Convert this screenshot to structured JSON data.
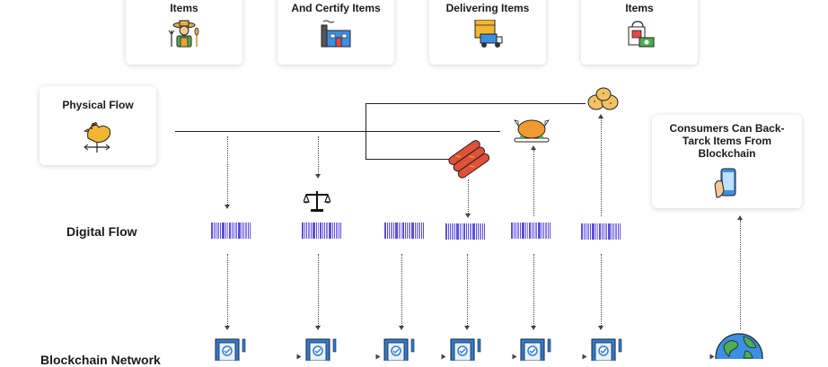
{
  "top_cards": [
    {
      "label": "Items",
      "icon": "farmer-icon"
    },
    {
      "label": "And Certify Items",
      "icon": "factory-icon"
    },
    {
      "label": "Delivering Items",
      "icon": "delivery-truck-icon"
    },
    {
      "label": "Items",
      "icon": "shopping-bag-icon"
    }
  ],
  "physical_flow": {
    "label": "Physical Flow",
    "icon": "rooster-weathervane-icon"
  },
  "consumers": {
    "label": "Consumers Can Back-\nTarck Items From\nBlockchain",
    "icon": "phone-in-hand-icon"
  },
  "rows": {
    "digital_flow": "Digital Flow",
    "blockchain_network": "Blockchain Network"
  },
  "products": [
    "sausages-icon",
    "roast-chicken-icon",
    "nuggets-icon"
  ],
  "certify_icon": "balance-scale-icon",
  "block_icon": "certificate-document-icon",
  "globe_icon": "globe-icon",
  "colors": {
    "barcode": "#5a4fd6",
    "block": "#2e7cd6",
    "line": "#222222"
  }
}
